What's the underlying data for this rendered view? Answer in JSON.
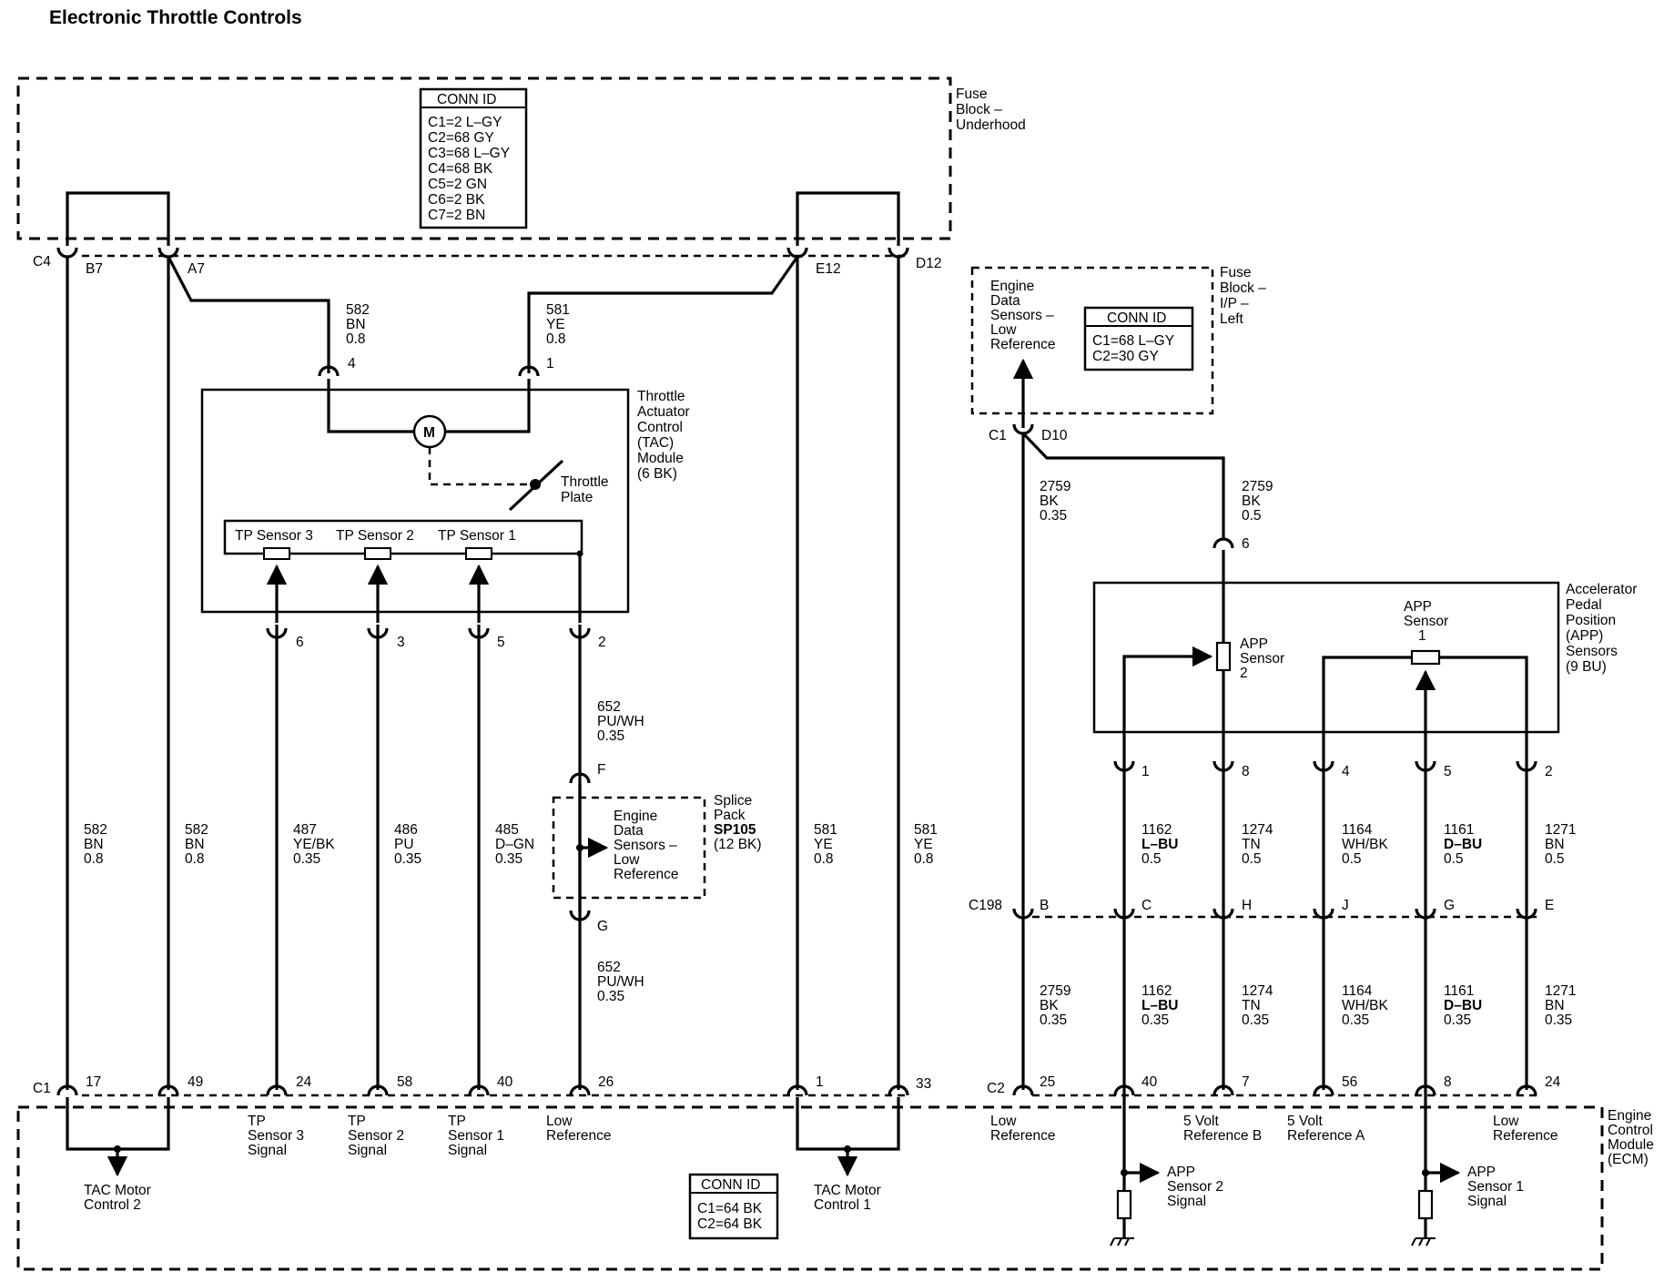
{
  "title": "Electronic Throttle Controls",
  "fuse_block_underhood": {
    "label": [
      "Fuse",
      "Block –",
      "Underhood"
    ],
    "conn_id": {
      "header": "CONN ID",
      "rows": [
        "C1=2 L–GY",
        "C2=68 GY",
        "C3=68 L–GY",
        "C4=68 BK",
        "C5=2 GN",
        "C6=2 BK",
        "C7=2 BN"
      ]
    },
    "pins": {
      "c4": "C4",
      "b7": "B7",
      "a7": "A7",
      "e12": "E12",
      "d12": "D12"
    }
  },
  "fuse_block_ip": {
    "label": [
      "Fuse",
      "Block –",
      "I/P –",
      "Left"
    ],
    "inner_label": [
      "Engine",
      "Data",
      "Sensors –",
      "Low",
      "Reference"
    ],
    "conn_id": {
      "header": "CONN ID",
      "rows": [
        "C1=68 L–GY",
        "C2=30 GY"
      ]
    },
    "pins": {
      "c1": "C1",
      "d10": "D10"
    }
  },
  "tac_module": {
    "label": [
      "Throttle",
      "Actuator",
      "Control",
      "(TAC)",
      "Module",
      "(6 BK)"
    ],
    "motor": "M",
    "throttle_plate": [
      "Throttle",
      "Plate"
    ],
    "sensors": [
      "TP Sensor 3",
      "TP Sensor 2",
      "TP Sensor 1"
    ],
    "pins": {
      "p4": "4",
      "p1": "1",
      "p6": "6",
      "p3": "3",
      "p5": "5",
      "p2": "2"
    }
  },
  "wires_top": {
    "w582": [
      "582",
      "BN",
      "0.8"
    ],
    "w581": [
      "581",
      "YE",
      "0.8"
    ]
  },
  "splice_pack": {
    "label": [
      "Splice",
      "Pack",
      "SP105",
      "(12 BK)"
    ],
    "inner": [
      "Engine",
      "Data",
      "Sensors –",
      "Low",
      "Reference"
    ],
    "pin_f": "F",
    "pin_g": "G",
    "w652_top": [
      "652",
      "PU/WH",
      "0.35"
    ],
    "w652_bot": [
      "652",
      "PU/WH",
      "0.35"
    ]
  },
  "left_wires": {
    "c1": [
      "582",
      "BN",
      "0.8"
    ],
    "c2": [
      "582",
      "BN",
      "0.8"
    ],
    "c3": [
      "487",
      "YE/BK",
      "0.35"
    ],
    "c4": [
      "486",
      "PU",
      "0.35"
    ],
    "c5": [
      "485",
      "D–GN",
      "0.35"
    ],
    "c6": [
      "581",
      "YE",
      "0.8"
    ],
    "c7": [
      "581",
      "YE",
      "0.8"
    ]
  },
  "app_module": {
    "label": [
      "Accelerator",
      "Pedal",
      "Position",
      "(APP)",
      "Sensors",
      "(9 BU)"
    ],
    "sensor1": [
      "APP",
      "Sensor",
      "1"
    ],
    "sensor2": [
      "APP",
      "Sensor",
      "2"
    ],
    "pins": {
      "p6": "6",
      "p1": "1",
      "p8": "8",
      "p4": "4",
      "p5": "5",
      "p2": "2"
    }
  },
  "right_wires_top": {
    "a": [
      "2759",
      "BK",
      "0.35"
    ],
    "b": [
      "2759",
      "BK",
      "0.5"
    ]
  },
  "right_wires_mid": {
    "c1": [
      "1162",
      "L–BU",
      "0.5"
    ],
    "c2": [
      "1274",
      "TN",
      "0.5"
    ],
    "c3": [
      "1164",
      "WH/BK",
      "0.5"
    ],
    "c4": [
      "1161",
      "D–BU",
      "0.5"
    ],
    "c5": [
      "1271",
      "BN",
      "0.5"
    ]
  },
  "c198": {
    "label": "C198",
    "pins": [
      "B",
      "C",
      "H",
      "J",
      "G",
      "E"
    ]
  },
  "right_wires_bot": {
    "c0": [
      "2759",
      "BK",
      "0.35"
    ],
    "c1": [
      "1162",
      "L–BU",
      "0.35"
    ],
    "c2": [
      "1274",
      "TN",
      "0.35"
    ],
    "c3": [
      "1164",
      "WH/BK",
      "0.35"
    ],
    "c4": [
      "1161",
      "D–BU",
      "0.35"
    ],
    "c5": [
      "1271",
      "BN",
      "0.35"
    ]
  },
  "ecm": {
    "label": [
      "Engine",
      "Control",
      "Module",
      "(ECM)"
    ],
    "c1_label": "C1",
    "c1_pins": [
      "17",
      "49",
      "24",
      "58",
      "40",
      "26",
      "1",
      "33"
    ],
    "c2_label": "C2",
    "c2_pins": [
      "25",
      "40",
      "7",
      "56",
      "8",
      "24"
    ],
    "signals": {
      "tp3": [
        "TP",
        "Sensor 3",
        "Signal"
      ],
      "tp2": [
        "TP",
        "Sensor 2",
        "Signal"
      ],
      "tp1": [
        "TP",
        "Sensor 1",
        "Signal"
      ],
      "lowref": [
        "Low",
        "Reference"
      ],
      "tac2": [
        "TAC Motor",
        "Control 2"
      ],
      "tac1": [
        "TAC Motor",
        "Control 1"
      ],
      "lowref2": [
        "Low",
        "Reference"
      ],
      "ref_b": [
        "5 Volt",
        "Reference B"
      ],
      "ref_a": [
        "5 Volt",
        "Reference A"
      ],
      "lowref3": [
        "Low",
        "Reference"
      ],
      "app2sig": [
        "APP",
        "Sensor 2",
        "Signal"
      ],
      "app1sig": [
        "APP",
        "Sensor 1",
        "Signal"
      ]
    },
    "conn_id": {
      "header": "CONN ID",
      "rows": [
        "C1=64 BK",
        "C2=64 BK"
      ]
    }
  }
}
